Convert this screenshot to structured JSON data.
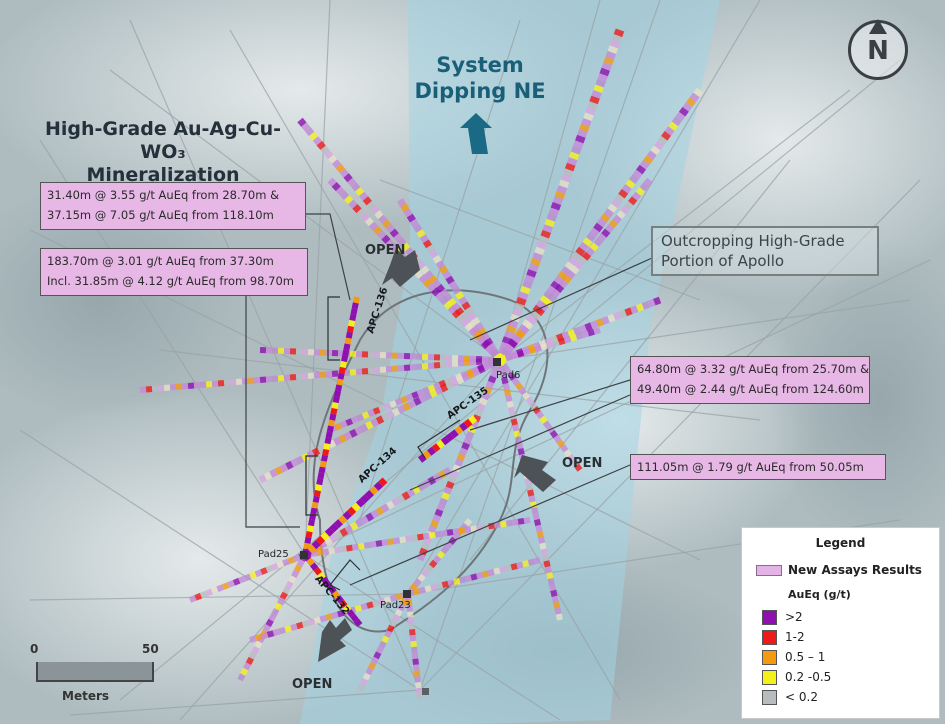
{
  "title_lines": [
    "High-Grade Au-Ag-Cu-WO₃",
    "Mineralization"
  ],
  "system_label": [
    "System",
    "Dipping NE"
  ],
  "outcrop_label": [
    "Outcropping High-Grade",
    "Portion of Apollo"
  ],
  "open_label": "OPEN",
  "callouts": [
    {
      "lines": [
        "31.40m @ 3.55 g/t AuEq from 28.70m &",
        "37.15m @ 7.05 g/t AuEq from 118.10m"
      ]
    },
    {
      "lines": [
        "183.70m @ 3.01 g/t AuEq from 37.30m",
        "Incl. 31.85m @ 4.12 g/t AuEq from 98.70m"
      ]
    },
    {
      "lines": [
        "64.80m @ 3.32 g/t AuEq from 25.70m &",
        "49.40m @ 2.44 g/t AuEq from 124.60m"
      ]
    },
    {
      "lines": [
        "111.05m @ 1.79 g/t AuEq from 50.05m"
      ]
    }
  ],
  "holes": [
    "APC-136",
    "APC-135",
    "APC-134",
    "APC-132"
  ],
  "pads": [
    "Pad6",
    "Pad25",
    "Pad23"
  ],
  "north": "N",
  "legend": {
    "title": "Legend",
    "new_label": "New Assays Results",
    "unit": "AuEq (g/t)",
    "items": [
      {
        "label": ">2",
        "color": "#8f0fb0"
      },
      {
        "label": "1-2",
        "color": "#ee1a1a"
      },
      {
        "label": "0.5 – 1",
        "color": "#f39a12"
      },
      {
        "label": "0.2 -0.5",
        "color": "#f4f01c"
      },
      {
        "label": "< 0.2",
        "color": "#b9bcbf"
      }
    ]
  },
  "scale": {
    "start": "0",
    "end": "50",
    "unit": "Meters"
  },
  "colors": {
    "callout_fill": "#e7b7e6",
    "arrow": "#4d5257",
    "teal_arrow": "#1a6a86",
    "shade": "#a9c9d4"
  }
}
